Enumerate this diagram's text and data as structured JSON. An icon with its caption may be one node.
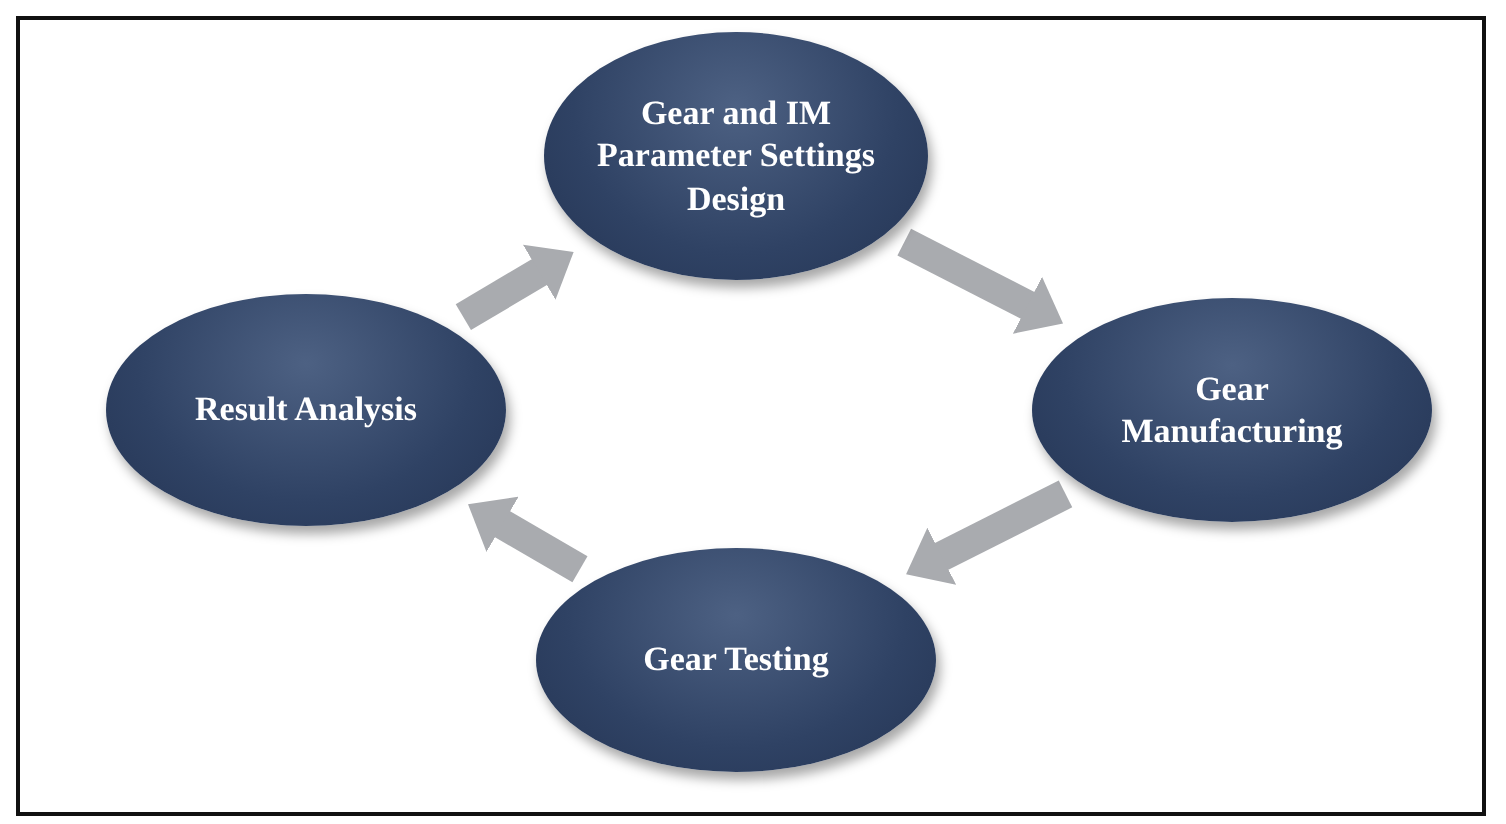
{
  "diagram": {
    "nodes": [
      {
        "text": [
          "Gear and IM Parameter Settings Design"
        ]
      },
      {
        "text": [
          "Gear Manufacturing"
        ]
      },
      {
        "text": [
          "Gear Testing"
        ]
      },
      {
        "text": [
          "Result Analysis"
        ]
      }
    ],
    "edges": [
      {
        "from": 0,
        "to": 1,
        "arrow": "to"
      },
      {
        "from": 1,
        "to": 2,
        "arrow": "to"
      },
      {
        "from": 2,
        "to": 3,
        "arrow": "to"
      },
      {
        "from": 3,
        "to": 0,
        "arrow": "to"
      }
    ]
  }
}
